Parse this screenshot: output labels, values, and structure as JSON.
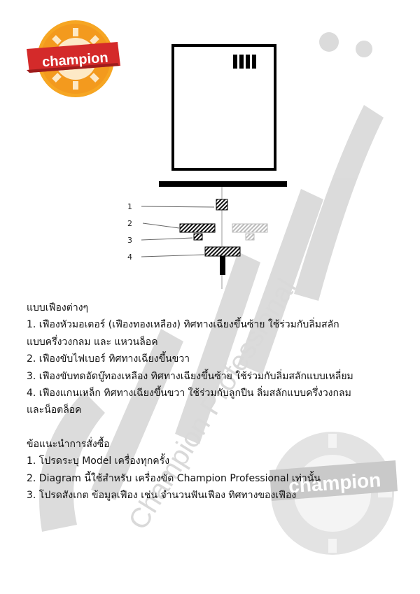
{
  "brand": {
    "logo_text": "champion"
  },
  "diagram": {
    "callouts": [
      "1",
      "2",
      "3",
      "4"
    ]
  },
  "gear_types": {
    "heading": "แบบเฟืองต่างๆ",
    "lines": [
      "1. เฟืองหัวมอเตอร์ (เฟืองทองเหลือง) ทิศทางเฉียงขึ้นซ้าย ใช้ร่วมกับลิ่มสลัก",
      "แบบครึ่งวงกลม และ แหวนล็อค",
      "2. เฟืองขับไฟเบอร์ ทิศทางเฉียงขึ้นขวา",
      "3. เฟืองขับทดอัดบู๊ทองเหลือง ทิศทางเฉียงขึ้นซ้าย ใช้ร่วมกับลิ่มสลักแบบเหลี่ยม",
      "4. เฟืองแกนเหล็ก ทิศทางเฉียงขึ้นขวา ใช้ร่วมกับลูกปืน ลิ่มสลักแบบครึ่งวงกลม",
      "และน็อตล็อค"
    ]
  },
  "order_advice": {
    "heading": "ข้อแนะนำการสั่งซื้อ",
    "lines": [
      "1. โปรดระบุ Model เครื่องทุกครั้ง",
      "2. Diagram นี้ใช้สำหรับ เครื่องขัด Champion Professional เท่านั้น",
      "3. โปรดสังเกต ข้อมูลเฟือง เช่น จำนวนฟันเฟือง ทิศทางของเฟือง"
    ]
  },
  "watermark": {
    "text": "Champion Professional"
  },
  "colors": {
    "logo_orange": "#f39a1e",
    "logo_red": "#d42a2a",
    "watermark_gray": "#d6d6d6"
  }
}
